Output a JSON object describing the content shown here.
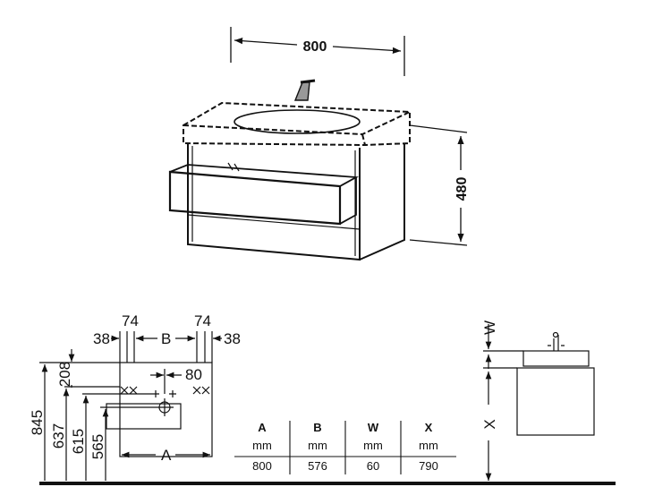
{
  "top_view": {
    "width_label": "800",
    "height_label": "480"
  },
  "plan_view": {
    "dim_38_left": "38",
    "dim_74_left": "74",
    "dim_b": "B",
    "dim_74_right": "74",
    "dim_38_right": "38",
    "dim_80": "80",
    "dim_208": "208",
    "dim_845": "845",
    "dim_637": "637",
    "dim_615": "615",
    "dim_565": "565",
    "dim_a": "A"
  },
  "side_view": {
    "dim_w": "W",
    "dim_x": "X"
  },
  "table": {
    "headers": [
      "A",
      "B",
      "W",
      "X"
    ],
    "units": [
      "mm",
      "mm",
      "mm",
      "mm"
    ],
    "values": [
      "800",
      "576",
      "60",
      "790"
    ]
  }
}
